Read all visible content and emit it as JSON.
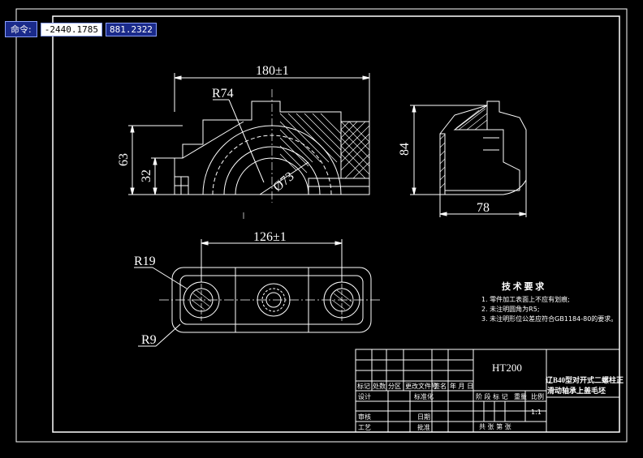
{
  "command_bar": {
    "label": "命令:",
    "x_value": "-2440.1785",
    "y_value": "881.2322"
  },
  "dimensions": {
    "top_width": "180±1",
    "radius_outer": "R74",
    "dia_inner": "Ø73",
    "height_63": "63",
    "height_32": "32",
    "side_height": "84",
    "side_width": "78",
    "bottom_span": "126±1",
    "r19": "R19",
    "r9": "R9"
  },
  "tech_requirements": {
    "title": "技 术 要 求",
    "items": [
      "1. 零件加工表面上不应有划痕;",
      "2. 未注明圆角为R5;",
      "3. 未注明形位公差应符合GB1184-80的要求。"
    ]
  },
  "title_block": {
    "material": "HT200",
    "part_name_line1": "辽B40型对开式二螺柱正",
    "part_name_line2": "滑动轴承上盖毛坯",
    "header_cells": [
      "标记",
      "处数",
      "分区",
      "更改文件号",
      "签名",
      "年 月 日"
    ],
    "row_design": "设计",
    "row_standard": "标准化",
    "row_review": "审核",
    "row_process": "工艺",
    "row_approve": "批准",
    "row_date": "日期",
    "stage_label": "阶 段 标 记",
    "weight_label": "重量",
    "scale_label": "比例",
    "scale_value": "1:1",
    "sheets_label": "共    张  第    张"
  }
}
